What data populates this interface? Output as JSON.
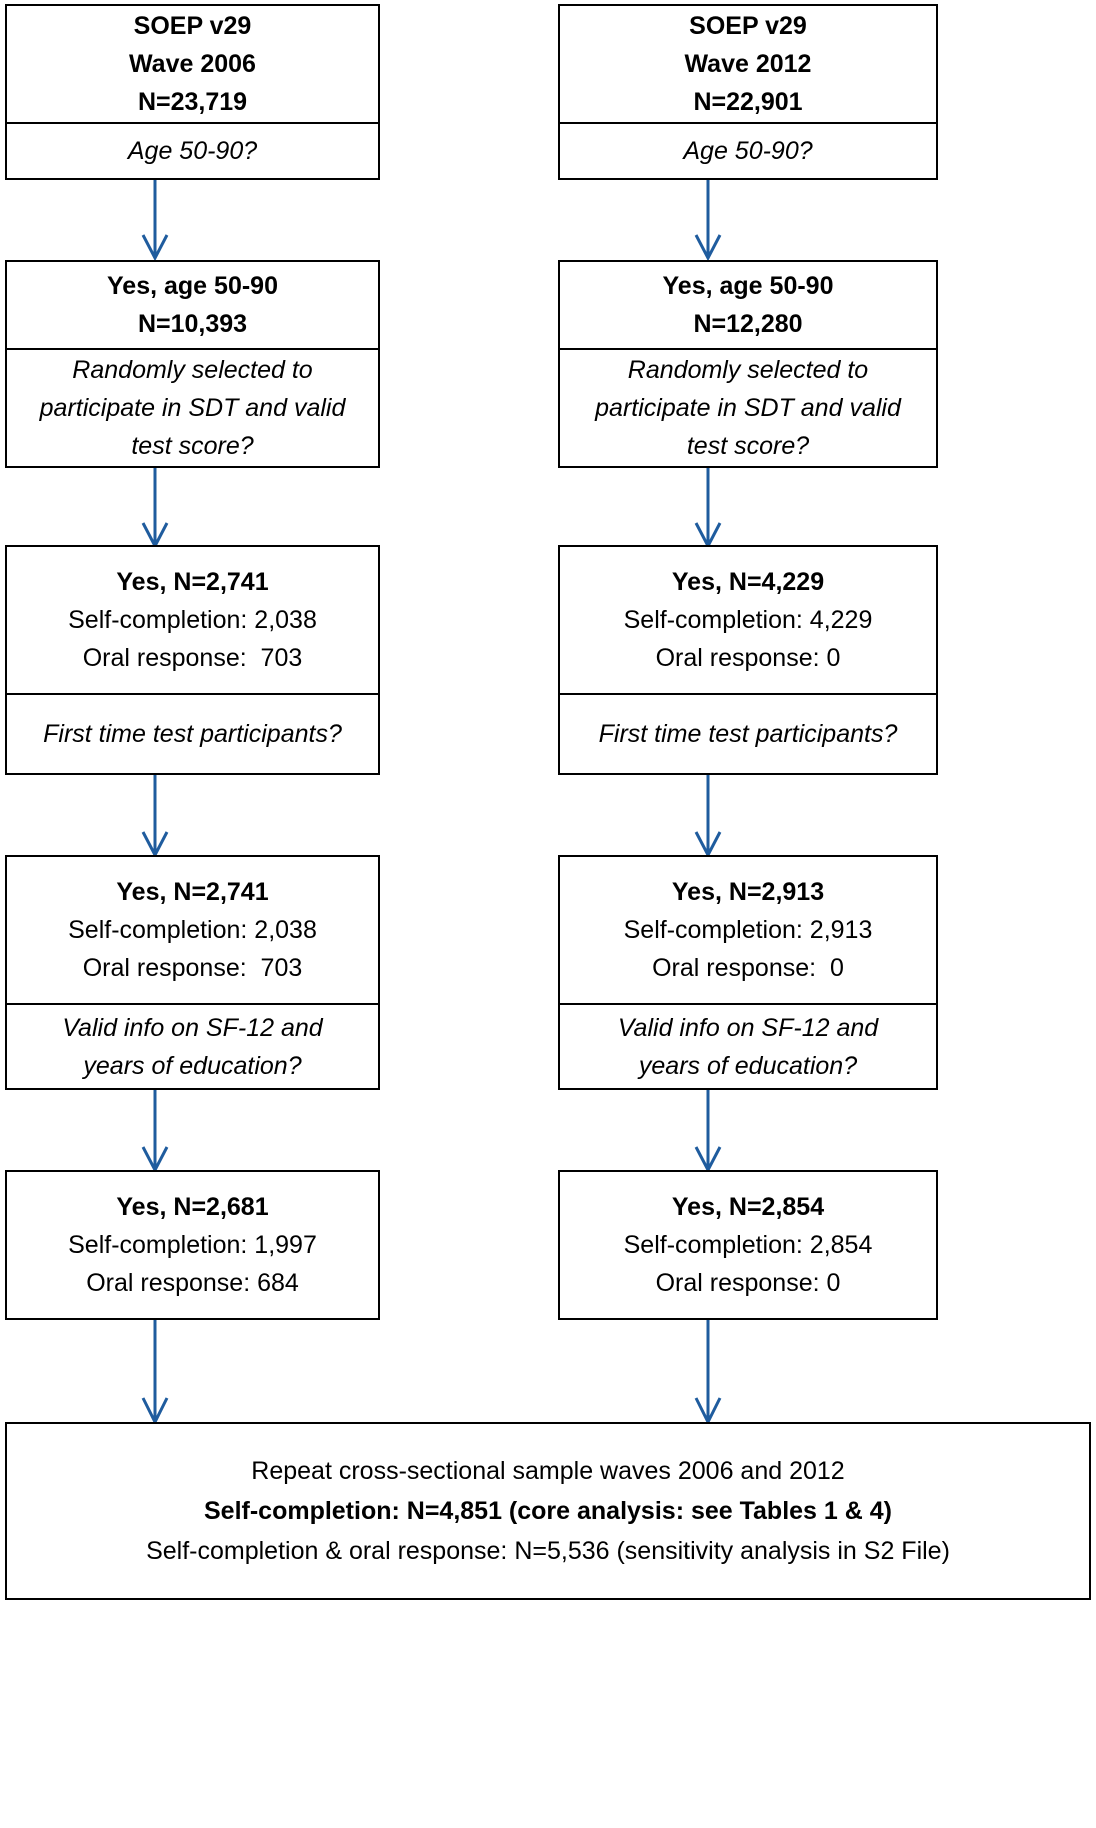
{
  "figure": {
    "type": "flowchart",
    "title": "SOEP sample selection flow diagram",
    "accent_color": "#1F5C9E",
    "border_color": "#000000",
    "background_color": "#FFFFFF"
  },
  "columns": [
    {
      "id": "wave-2006",
      "stages": [
        {
          "result": [
            "SOEP v29",
            "Wave 2006",
            "N=23,719"
          ],
          "question": [
            "Age 50-90?"
          ]
        },
        {
          "result": [
            "Yes, age 50-90",
            "N=10,393"
          ],
          "question": [
            "Randomly selected to",
            "participate in SDT and valid",
            "test score?"
          ]
        },
        {
          "result": [
            "Yes, N=2,741",
            "Self-completion: 2,038",
            "Oral response:  703"
          ],
          "question": [
            "First time test participants?"
          ]
        },
        {
          "result": [
            "Yes, N=2,741",
            "Self-completion: 2,038",
            "Oral response:  703"
          ],
          "question": [
            "Valid info on SF-12 and",
            "years of education?"
          ]
        },
        {
          "result": [
            "Yes, N=2,681",
            "Self-completion: 1,997",
            "Oral response: 684"
          ],
          "question": []
        }
      ]
    },
    {
      "id": "wave-2012",
      "stages": [
        {
          "result": [
            "SOEP v29",
            "Wave 2012",
            "N=22,901"
          ],
          "question": [
            "Age 50-90?"
          ]
        },
        {
          "result": [
            "Yes, age 50-90",
            "N=12,280"
          ],
          "question": [
            "Randomly selected to",
            "participate in SDT and valid",
            "test score?"
          ]
        },
        {
          "result": [
            "Yes, N=4,229",
            "Self-completion: 4,229",
            "Oral response: 0"
          ],
          "question": [
            "First time test participants?"
          ]
        },
        {
          "result": [
            "Yes, N=2,913",
            "Self-completion: 2,913",
            "Oral response:  0"
          ],
          "question": [
            "Valid info on SF-12 and",
            "years of education?"
          ]
        },
        {
          "result": [
            "Yes, N=2,854",
            "Self-completion: 2,854",
            "Oral response: 0"
          ],
          "question": []
        }
      ]
    }
  ],
  "final_box": {
    "lines": [
      {
        "text": "Repeat cross-sectional sample waves 2006 and 2012",
        "bold": false
      },
      {
        "text": "Self-completion: N=4,851 (core analysis: see Tables 1 & 4)",
        "bold": true
      },
      {
        "text": "Self-completion & oral response: N=5,536 (sensitivity analysis in S2 File)",
        "bold": false
      }
    ]
  }
}
